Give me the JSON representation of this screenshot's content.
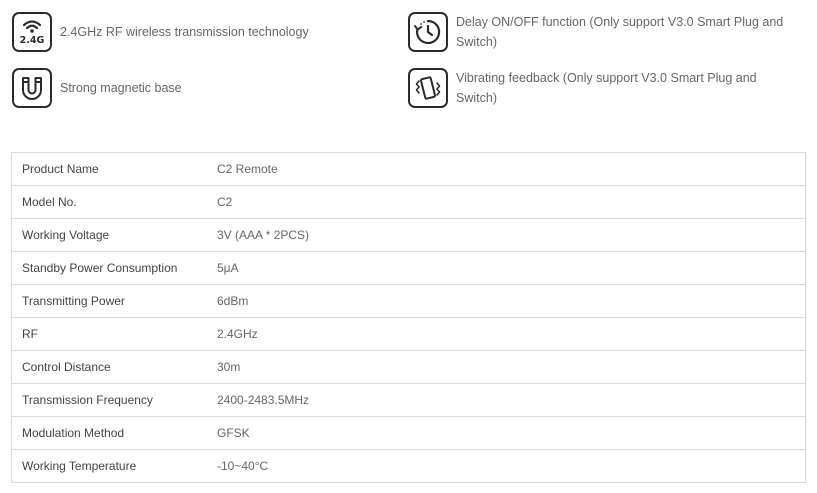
{
  "features": [
    {
      "icon": "wifi-2-4g-icon",
      "badge": "2.4G",
      "text": "2.4GHz RF wireless transmission technology"
    },
    {
      "icon": "magnet-icon",
      "text": "Strong magnetic base"
    },
    {
      "icon": "delay-timer-icon",
      "text": "Delay ON/OFF function (Only support V3.0 Smart Plug and Switch)"
    },
    {
      "icon": "vibration-icon",
      "text": "Vibrating feedback (Only support V3.0 Smart Plug and Switch)"
    }
  ],
  "specs": [
    {
      "label": "Product Name",
      "value": "C2 Remote"
    },
    {
      "label": "Model No.",
      "value": "C2"
    },
    {
      "label": "Working Voltage",
      "value": "3V (AAA * 2PCS)"
    },
    {
      "label": "Standby Power Consumption",
      "value": "5μA"
    },
    {
      "label": "Transmitting Power",
      "value": "6dBm"
    },
    {
      "label": "RF",
      "value": "2.4GHz"
    },
    {
      "label": "Control Distance",
      "value": "30m"
    },
    {
      "label": "Transmission Frequency",
      "value": "2400-2483.5MHz"
    },
    {
      "label": "Modulation Method",
      "value": "GFSK"
    },
    {
      "label": "Working Temperature",
      "value": "-10~40°C"
    }
  ],
  "colors": {
    "icon_stroke": "#2b2b2b",
    "border": "#d9d9d9",
    "text": "#666666"
  }
}
